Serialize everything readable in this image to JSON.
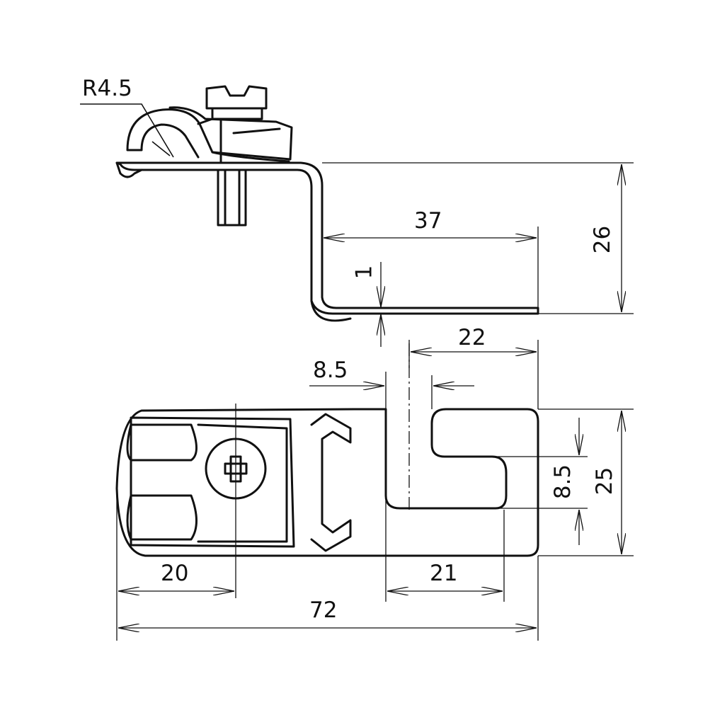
{
  "drawing": {
    "side_view": {
      "radius_label": "R4.5",
      "length_label": "37",
      "height_label": "26",
      "thickness_label": "1"
    },
    "top_view": {
      "slot_offset_label": "22",
      "centerline_offset_label": "8.5",
      "slot_width_label": "8.5",
      "width_label": "25",
      "screw_position_label": "20",
      "slot_depth_label": "21",
      "total_length_label": "72"
    }
  }
}
